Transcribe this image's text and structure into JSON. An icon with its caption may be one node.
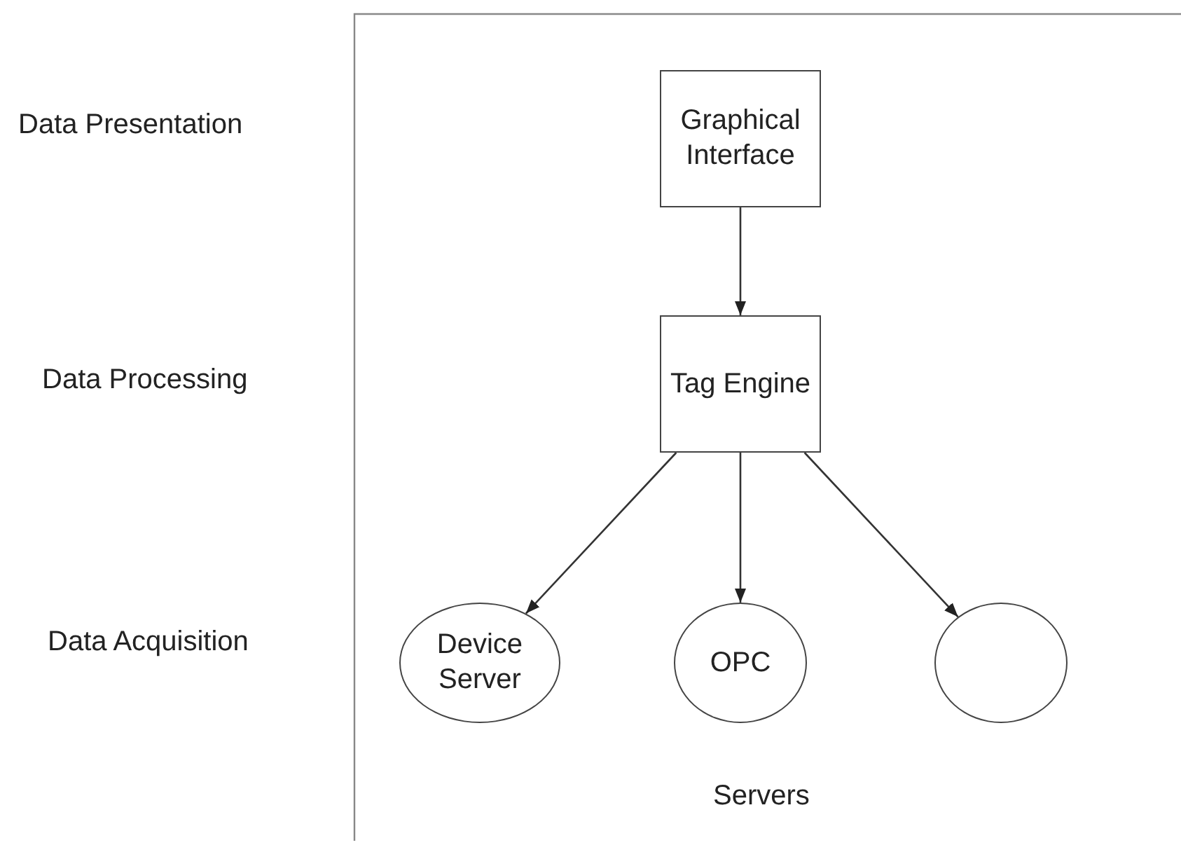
{
  "diagram": {
    "nodes": [
      {
        "text": [
          "Graphical Interface"
        ]
      },
      {
        "text": [
          "Tag Engine"
        ]
      },
      {
        "text": [
          "Device Server"
        ]
      },
      {
        "text": [
          "OPC"
        ]
      },
      {
        "text": [],
        "shape": "ellipse"
      }
    ],
    "edges": [
      {
        "from": 0,
        "to": 1,
        "arrow": "to"
      },
      {
        "from": 1,
        "to": 2,
        "arrow": "to"
      },
      {
        "from": 1,
        "to": 3,
        "arrow": "to"
      },
      {
        "from": 1,
        "to": 4,
        "arrow": "to"
      }
    ],
    "labels": [
      "Data Presentation",
      "Data Processing",
      "Data Acquisition",
      "Servers"
    ]
  }
}
